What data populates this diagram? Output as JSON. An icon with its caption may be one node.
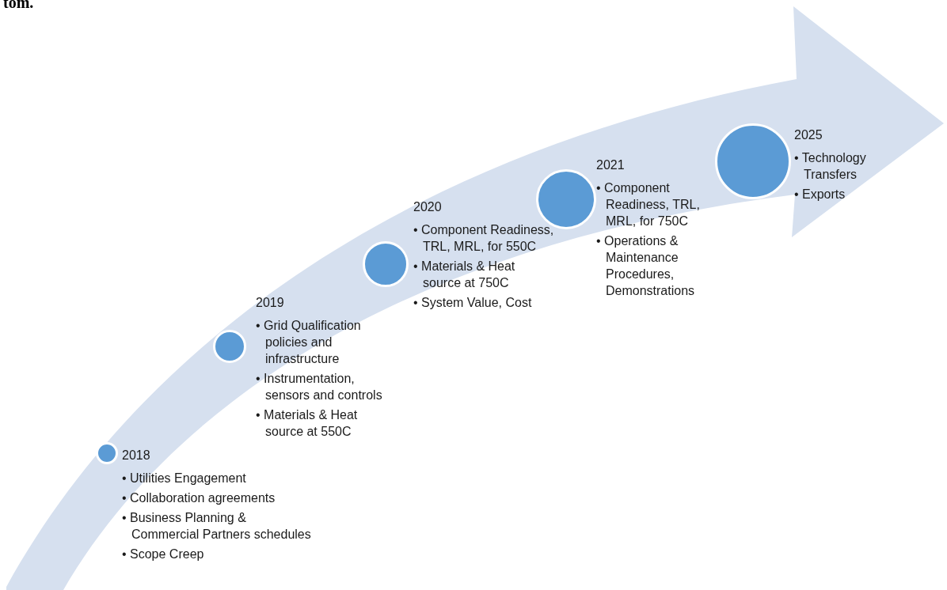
{
  "diagram": {
    "nodes": [
      {
        "text": [],
        "shape": "circle"
      },
      {
        "text": [
          "2018",
          "• Utilities Engagement",
          "• Collaboration agreements",
          "• Business Planning & Commercial Partners schedules",
          "• Scope Creep"
        ]
      },
      {
        "text": [],
        "shape": "circle"
      },
      {
        "text": [
          "2019",
          "• Grid Qualification policies and infrastructure",
          "• Instrumentation, sensors and controls",
          "• Materials & Heat source at 550C"
        ]
      },
      {
        "text": [],
        "shape": "circle"
      },
      {
        "text": [
          "2020",
          "• Component Readiness, TRL, MRL, for 550C",
          "• Materials & Heat source at 750C",
          "• System Value, Cost"
        ]
      },
      {
        "text": [],
        "shape": "circle"
      },
      {
        "text": [
          "2021",
          "• Component Readiness, TRL, MRL, for 750C",
          "• Operations & Maintenance Procedures, Demonstrations"
        ]
      },
      {
        "text": [],
        "shape": "circle"
      },
      {
        "text": [
          "2025",
          "• Technology Transfers",
          "• Exports"
        ]
      }
    ],
    "edges": [],
    "labels": [
      "tom."
    ]
  }
}
